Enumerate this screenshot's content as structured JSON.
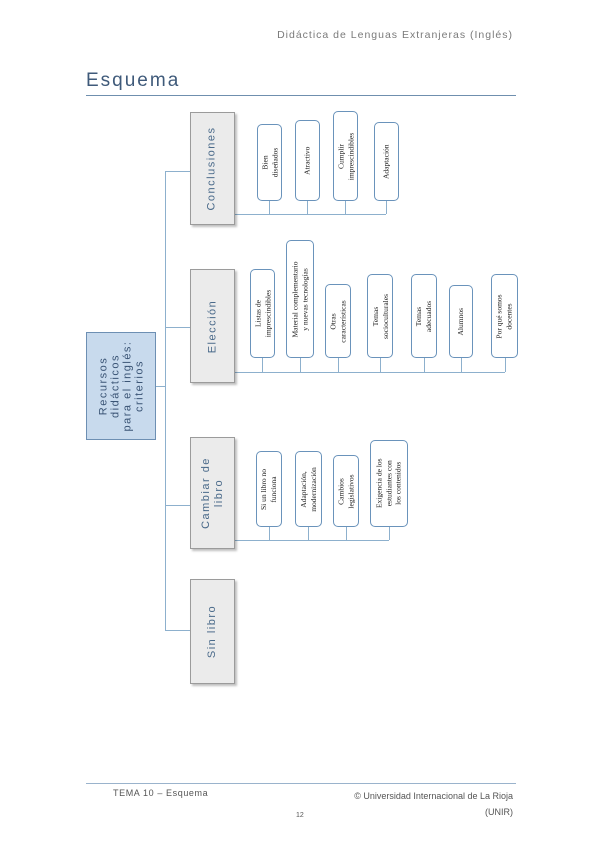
{
  "header": {
    "title": "Didáctica de Lenguas Extranjeras (Inglés)"
  },
  "page": {
    "heading": "Esquema"
  },
  "footer": {
    "left": "TEMA 10 – Esquema",
    "right_line1": "© Universidad Internacional de La Rioja",
    "right_line2": "(UNIR)",
    "page_number": "12"
  },
  "diagram": {
    "root": [
      "Recursos",
      "didácticos",
      "para el inglés:",
      "criterios"
    ],
    "categories": {
      "conclusiones": {
        "label": [
          "Conclusiones"
        ],
        "items": [
          [
            "Bien",
            "diseñados"
          ],
          [
            "Atractivo"
          ],
          [
            "Cumplir",
            "imprescindibles"
          ],
          [
            "Adaptación"
          ]
        ]
      },
      "eleccion": {
        "label": [
          "Elección"
        ],
        "items": [
          [
            "Listas de",
            "imprescindibles"
          ],
          [
            "Material complementario",
            "y nuevas tecnologías"
          ],
          [
            "Otras",
            "características"
          ],
          [
            "Temas",
            "socioculturales"
          ],
          [
            "Temas",
            "adecuados"
          ],
          [
            "Alumnos"
          ],
          [
            "Por qué somos",
            "docentes"
          ]
        ]
      },
      "cambiar": {
        "label": [
          "Cambiar de",
          "libro"
        ],
        "items": [
          [
            "Si un libro no",
            "funciona"
          ],
          [
            "Adaptación,",
            "modernización"
          ],
          [
            "Cambios",
            "legislativos"
          ],
          [
            "Exigencia de los",
            "estudiantes con",
            "los contenidos"
          ]
        ]
      },
      "sin_libro": {
        "label": [
          "Sin libro"
        ],
        "items": []
      }
    }
  }
}
